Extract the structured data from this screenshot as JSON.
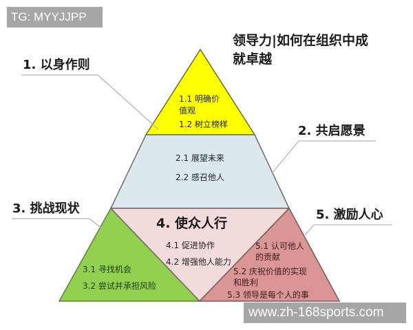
{
  "watermark_top": "TG: MYYJJPP",
  "watermark_bottom": "www.zh-168sports.com",
  "title": {
    "line1": "领导力|如何在组织中成",
    "line2": "就卓越"
  },
  "sections": [
    {
      "label": "1. 以身作则",
      "color": "#ffff00",
      "items": [
        "1.1 明确价",
        "值观",
        "1.2 树立榜样"
      ]
    },
    {
      "label": "2. 共启愿景",
      "color": "#dbe9ef",
      "items": [
        "2.1 展望未来",
        "2.2 感召他人"
      ]
    },
    {
      "label": "3. 挑战现状",
      "color": "#92d050",
      "items": [
        "3.1 寻找机会",
        "3.2 尝试并承担风险"
      ]
    },
    {
      "label": "4. 使众人行",
      "color": "#f2dcdb",
      "items": [
        "4.1 促进协作",
        "4.2 增强他人能力"
      ]
    },
    {
      "label": "5. 激励人心",
      "color": "#da9694",
      "items": [
        "5.1 认可他人",
        "的贡献",
        "5.2 庆祝价值的实现",
        "和胜利",
        "5.3 领导是每个人的事"
      ]
    }
  ],
  "colors": {
    "outline": "#6b6b6b",
    "leader_line": "#b3b3b3",
    "watermark_bg": "#a6a6a6"
  }
}
